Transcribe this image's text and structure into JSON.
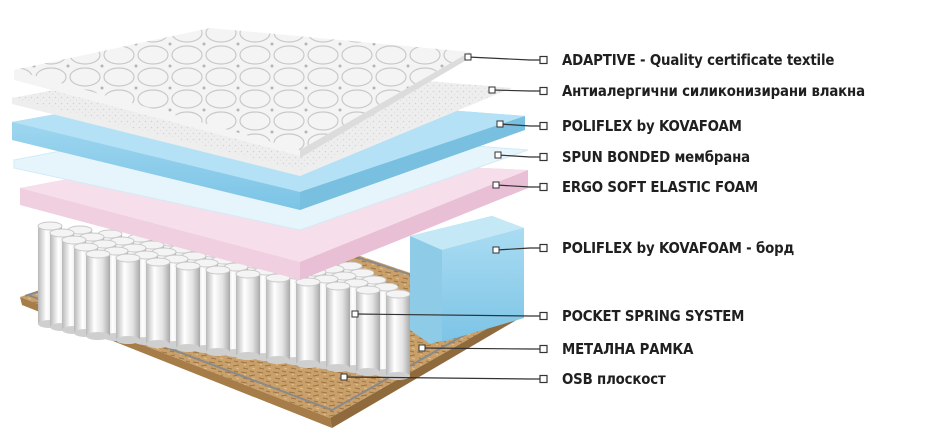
{
  "layers": [
    {
      "id": "adaptive",
      "label": "ADAPTIVE - Quality certificate textile"
    },
    {
      "id": "silicone",
      "label": "Антиалергични силиконизирани влакна"
    },
    {
      "id": "poliflex",
      "label": "POLIFLEX by KOVAFOAM"
    },
    {
      "id": "spun",
      "label": "SPUN BONDED мембрана"
    },
    {
      "id": "ergo",
      "label": "ERGO SOFT ELASTIC FOAM"
    },
    {
      "id": "poliflex-border",
      "label": "POLIFLEX by KOVAFOAM - борд"
    },
    {
      "id": "springs",
      "label": "POCKET SPRING SYSTEM"
    },
    {
      "id": "frame",
      "label": "МЕТАЛНА РАМКА"
    },
    {
      "id": "osb",
      "label": "OSB плоскост"
    }
  ],
  "colors": {
    "quilt": "#f3f3f3",
    "fiber": "#ececec",
    "poliflex": "#8fd0ec",
    "spun": "#e4f4fb",
    "ergo": "#f2d3e3",
    "border_foam": "#9fd6ee",
    "spring": "#ededed",
    "osb": "#c49a62",
    "leader": "#333333"
  }
}
